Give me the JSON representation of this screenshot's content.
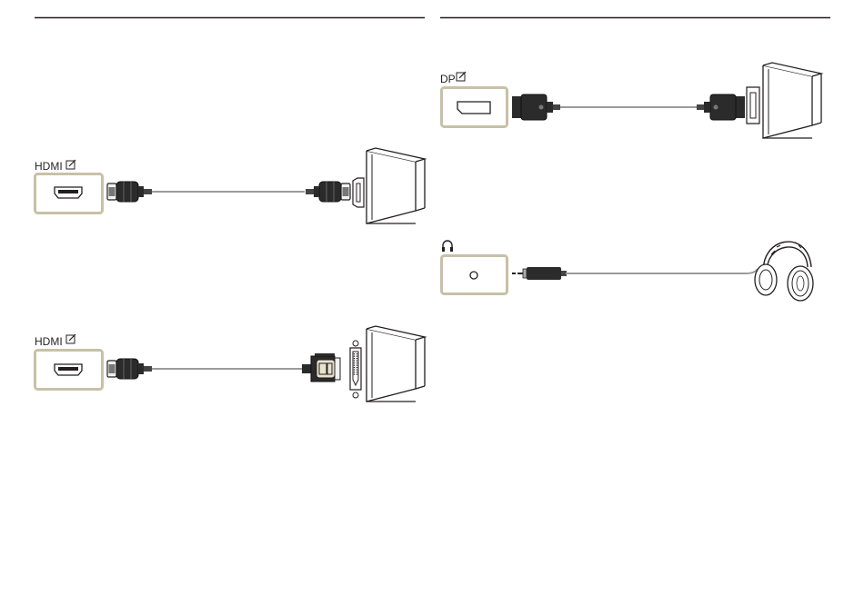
{
  "sections": {
    "hdmi_pc": {
      "port_label": "HDMI"
    },
    "hdmi_dvi": {
      "port_label": "HDMI"
    },
    "displayport": {
      "port_label": "DP"
    },
    "headphone": {
      "port_icon": "headphone-icon"
    }
  },
  "icons": {
    "signal_source": "edit-box-icon"
  },
  "colors": {
    "port_frame": "#c8c0a7",
    "rule": "#231f20",
    "connector_dark": "#2b2b2b",
    "cable": "#9b9b9b"
  }
}
